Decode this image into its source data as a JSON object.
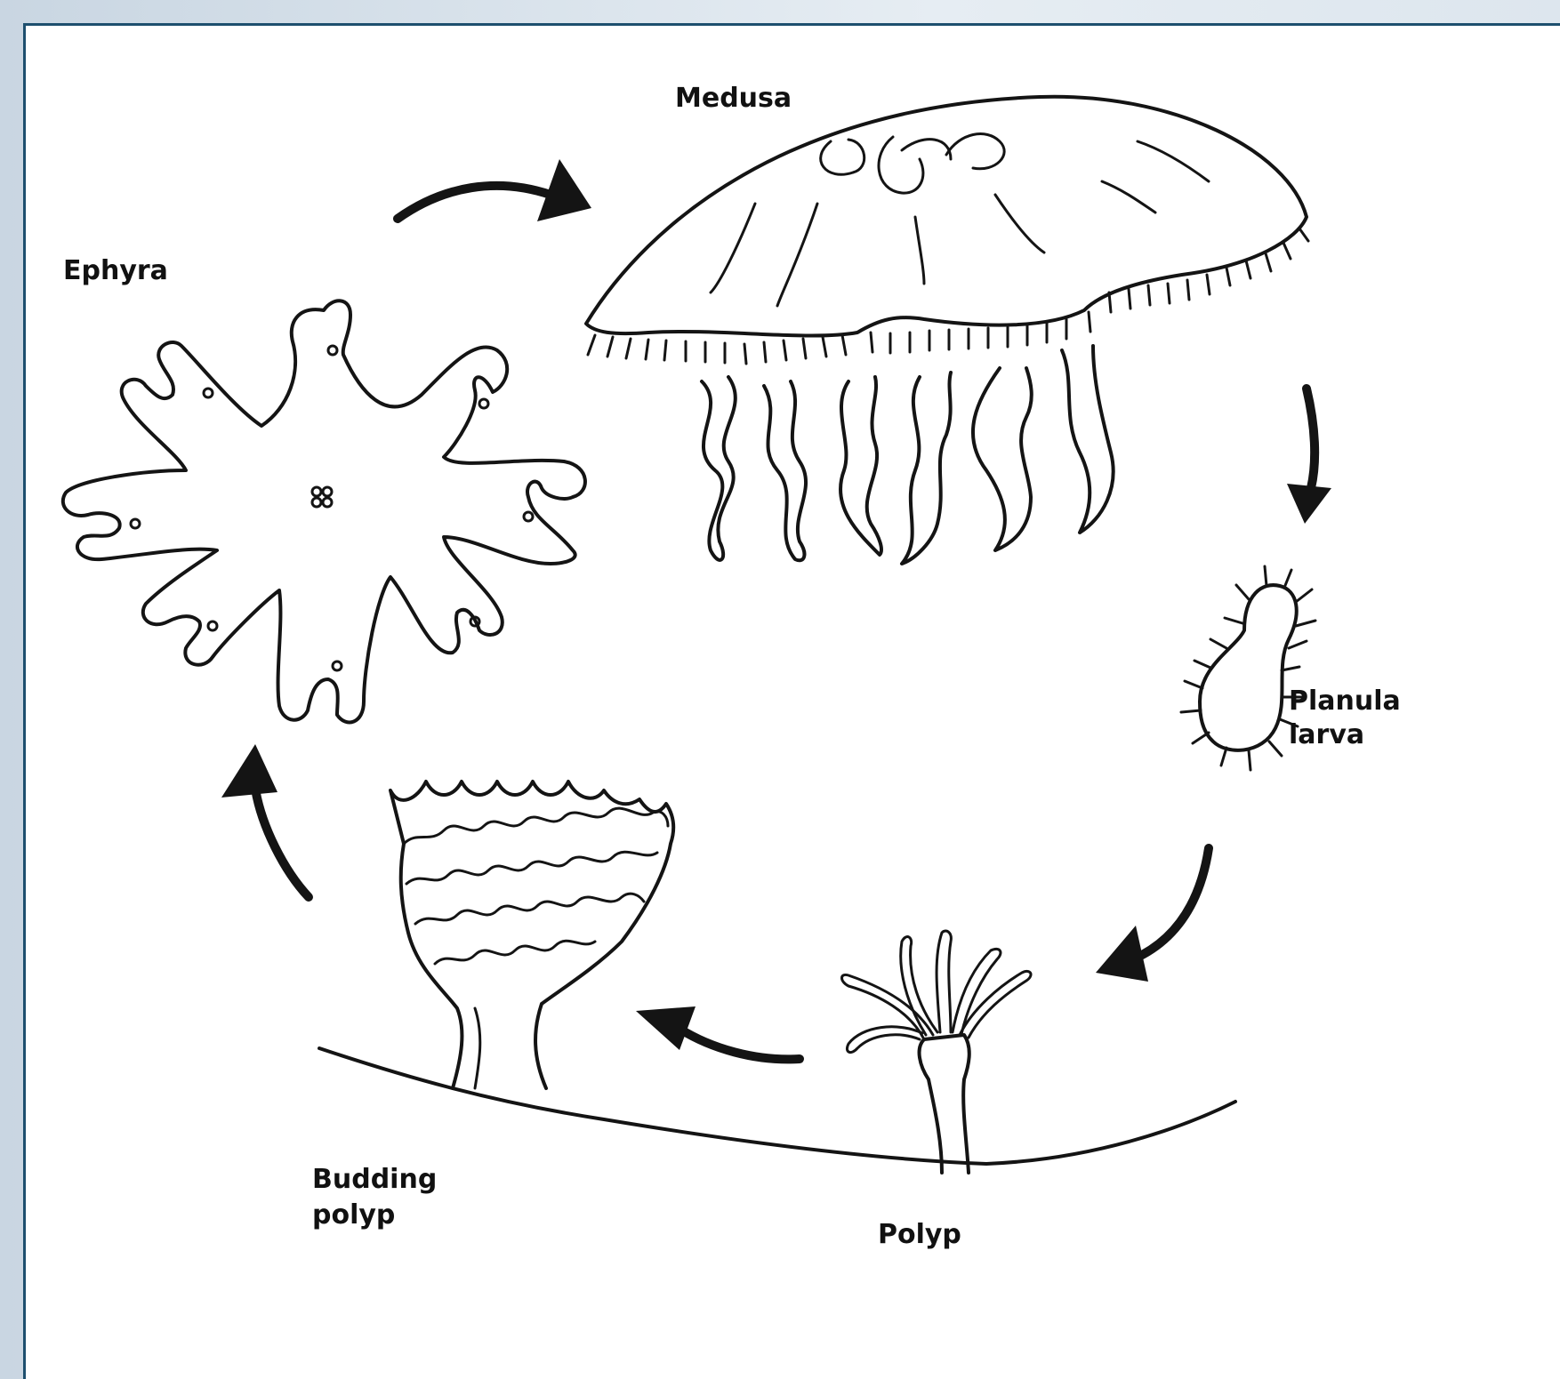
{
  "labels": {
    "medusa": "Medusa",
    "ephyra": "Ephyra",
    "planula_line1": "Planula",
    "planula_line2": "larva",
    "budding_line1": "Budding",
    "budding_line2": "polyp",
    "polyp": "Polyp"
  },
  "colors": {
    "ink": "#141414",
    "frame_border": "#1d4f6e",
    "background": "#ffffff"
  }
}
